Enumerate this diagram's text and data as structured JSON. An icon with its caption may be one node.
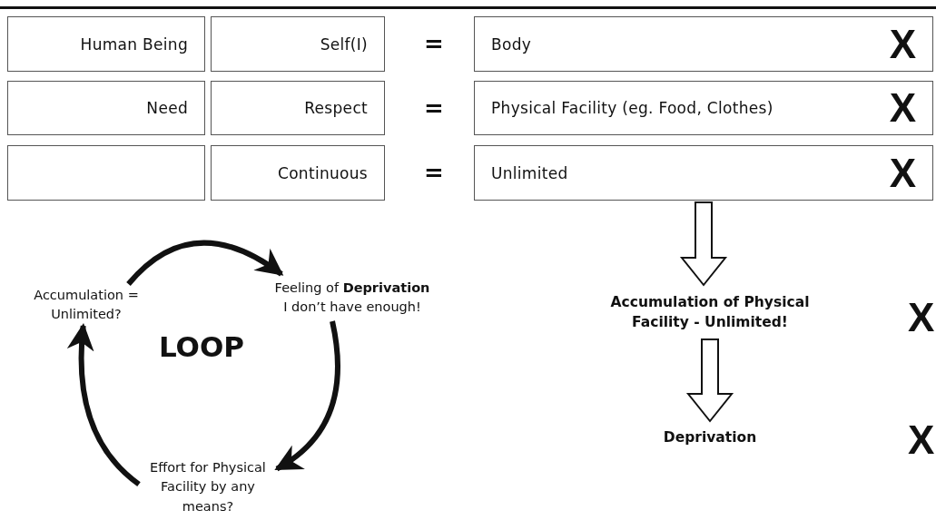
{
  "diagram": {
    "nodes": [
      {
        "text": [
          "Human Being"
        ]
      },
      {
        "text": [
          "Self(I)"
        ]
      },
      {
        "text": [
          "Body",
          "X"
        ]
      },
      {
        "text": [
          "Need"
        ]
      },
      {
        "text": [
          "Respect"
        ]
      },
      {
        "text": [
          "Physical Facility (eg. Food, Clothes)",
          "X"
        ]
      },
      {
        "text": [],
        "shape": "box"
      },
      {
        "text": [
          "Continuous"
        ]
      },
      {
        "text": [
          "Unlimited",
          "X"
        ]
      },
      {
        "text": [
          "Accumulation of Physical Facility - Unlimited!"
        ],
        "beside": [
          "X"
        ]
      },
      {
        "text": [
          "Deprivation"
        ],
        "beside": [
          "X"
        ]
      },
      {
        "text": [
          "Feeling of **Deprivation**",
          "I don’t have enough!"
        ]
      },
      {
        "text": [
          "Effort for Physical Facility by any means?"
        ]
      },
      {
        "text": [
          "Accumulation = Unlimited?"
        ]
      }
    ],
    "edges": [
      {
        "from": 8,
        "to": 9,
        "arrow": "to"
      },
      {
        "from": 9,
        "to": 10,
        "arrow": "to"
      },
      {
        "from": 13,
        "to": 11,
        "arrow": "to"
      },
      {
        "from": 11,
        "to": 12,
        "arrow": "to"
      },
      {
        "from": 12,
        "to": 13,
        "arrow": "to"
      }
    ],
    "labels": [
      "=",
      "=",
      "=",
      "LOOP"
    ]
  }
}
